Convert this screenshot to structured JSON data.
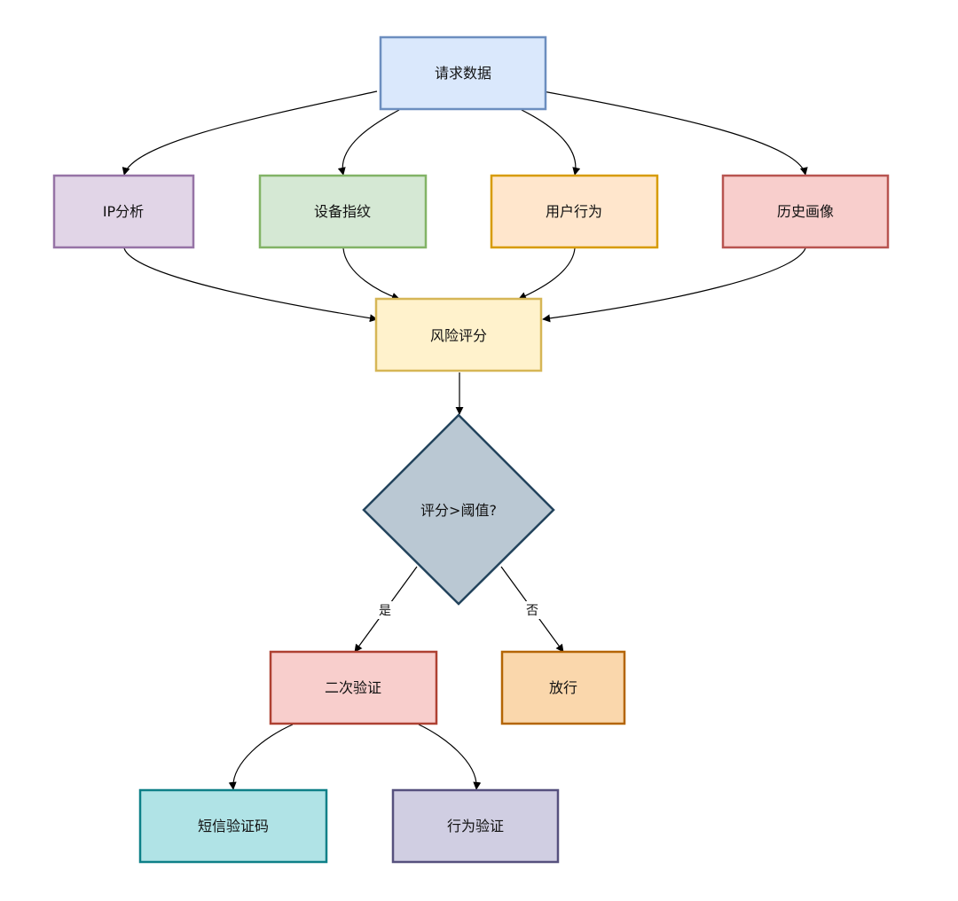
{
  "nodes": {
    "request": {
      "label": "请求数据",
      "fill": "#dae8fc",
      "stroke": "#6c8ebf"
    },
    "ip": {
      "label": "IP分析",
      "fill": "#e1d5e7",
      "stroke": "#9673a6"
    },
    "device": {
      "label": "设备指纹",
      "fill": "#d5e8d4",
      "stroke": "#82b366"
    },
    "behavior": {
      "label": "用户行为",
      "fill": "#ffe6cc",
      "stroke": "#d79b00"
    },
    "history": {
      "label": "历史画像",
      "fill": "#f8cecc",
      "stroke": "#b85450"
    },
    "risk": {
      "label": "风险评分",
      "fill": "#fff2cc",
      "stroke": "#d6b656"
    },
    "decision": {
      "label": "评分>阈值?",
      "fill": "#bac8d3",
      "stroke": "#23445d"
    },
    "verify": {
      "label": "二次验证",
      "fill": "#f8cecc",
      "stroke": "#ae4132"
    },
    "pass": {
      "label": "放行",
      "fill": "#fad7ac",
      "stroke": "#b46504"
    },
    "sms": {
      "label": "短信验证码",
      "fill": "#b0e3e6",
      "stroke": "#0e8088"
    },
    "behaviorVerify": {
      "label": "行为验证",
      "fill": "#d0cee2",
      "stroke": "#56517e"
    }
  },
  "edges": {
    "yes_label": "是",
    "no_label": "否"
  }
}
